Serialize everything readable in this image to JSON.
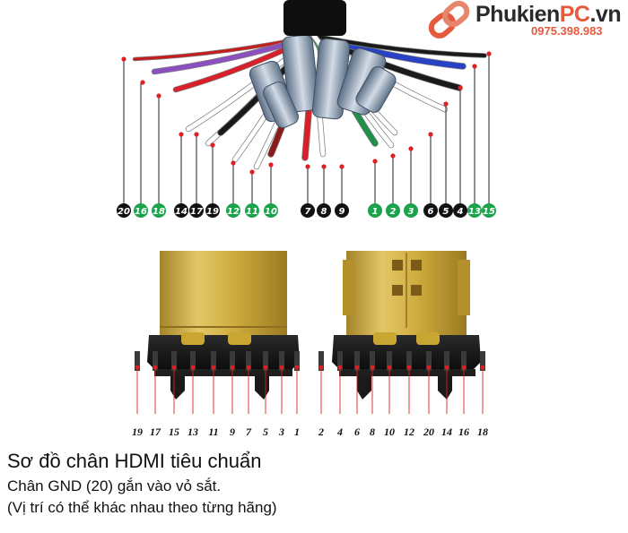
{
  "logo": {
    "name_main": "Phukien",
    "name_accent": "PC",
    "name_tld": ".vn",
    "phone": "0975.398.983",
    "icon": "chain-link-icon"
  },
  "top_pins": [
    {
      "label": "20",
      "color": "#111111"
    },
    {
      "label": "16",
      "color": "#1aa34a"
    },
    {
      "label": "18",
      "color": "#1aa34a"
    },
    {
      "label": "14",
      "color": "#111111"
    },
    {
      "label": "17",
      "color": "#111111"
    },
    {
      "label": "19",
      "color": "#111111"
    },
    {
      "label": "12",
      "color": "#1aa34a"
    },
    {
      "label": "11",
      "color": "#1aa34a"
    },
    {
      "label": "10",
      "color": "#1aa34a"
    },
    {
      "label": "7",
      "color": "#111111"
    },
    {
      "label": "8",
      "color": "#111111"
    },
    {
      "label": "9",
      "color": "#111111"
    },
    {
      "label": "1",
      "color": "#1aa34a"
    },
    {
      "label": "2",
      "color": "#1aa34a"
    },
    {
      "label": "3",
      "color": "#1aa34a"
    },
    {
      "label": "6",
      "color": "#111111"
    },
    {
      "label": "5",
      "color": "#111111"
    },
    {
      "label": "4",
      "color": "#111111"
    },
    {
      "label": "13",
      "color": "#1aa34a"
    },
    {
      "label": "15",
      "color": "#1aa34a"
    }
  ],
  "left_connector_pins": [
    "19",
    "17",
    "15",
    "13",
    "11",
    "9",
    "7",
    "5",
    "3",
    "1"
  ],
  "right_connector_pins": [
    "2",
    "4",
    "6",
    "8",
    "10",
    "12",
    "20",
    "14",
    "16",
    "18"
  ],
  "caption": {
    "title": "Sơ đồ chân HDMI tiêu chuẩn",
    "line1": "Chân GND (20) gắn vào vỏ sắt.",
    "line2": "(Vị trí có thể khác nhau theo từng hãng)"
  },
  "colors": {
    "green_badge": "#1aa34a",
    "black_badge": "#111111",
    "leader_line": "#e02020",
    "brand_accent": "#e55a3c",
    "gold": "#c9a631"
  }
}
